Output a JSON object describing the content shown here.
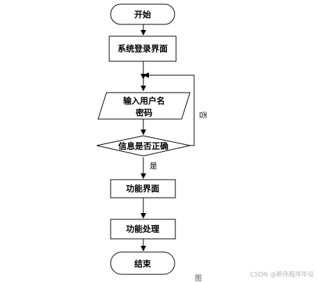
{
  "nodes": {
    "start": "开始",
    "login_page": "系统登录界面",
    "input_line1": "输入用户名",
    "input_line2": "密码",
    "decision": "信息是否正确",
    "function_page": "功能界面",
    "function_process": "功能处理",
    "end": "结束"
  },
  "edges": {
    "yes_label": "是",
    "no_label": "否"
  },
  "caption": "图",
  "watermark": "CSDN @新伟程序毕设"
}
